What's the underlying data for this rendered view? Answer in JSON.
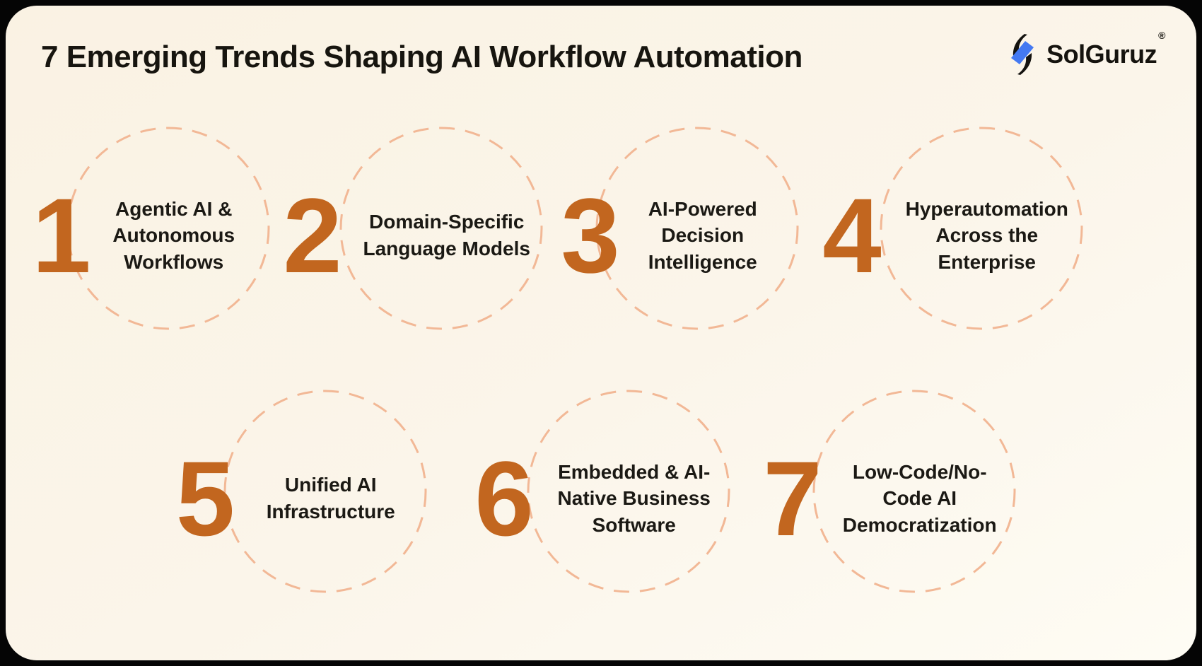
{
  "page": {
    "title": "7 Emerging Trends Shaping AI Workflow Automation"
  },
  "brand": {
    "name": "SolGuruz",
    "registered_mark": "®",
    "icon": "solguruz-bolt-icon"
  },
  "colors": {
    "outer_background": "#050505",
    "card_background": "#faf3e7",
    "accent_orange": "#c2661f",
    "dashed_circle": "#f2b896",
    "text_dark": "#17150f",
    "logo_blue": "#4479f2",
    "logo_black": "#14120f"
  },
  "trends": [
    {
      "number": "1",
      "label": "Agentic AI & Autonomous Workflows"
    },
    {
      "number": "2",
      "label": "Domain-Specific Language Models"
    },
    {
      "number": "3",
      "label": "AI-Powered Decision Intelligence"
    },
    {
      "number": "4",
      "label": "Hyperautomation Across the Enterprise"
    },
    {
      "number": "5",
      "label": "Unified AI Infrastructure"
    },
    {
      "number": "6",
      "label": "Embedded & AI-Native Business Software"
    },
    {
      "number": "7",
      "label": "Low-Code/No-Code AI Democratization"
    }
  ]
}
